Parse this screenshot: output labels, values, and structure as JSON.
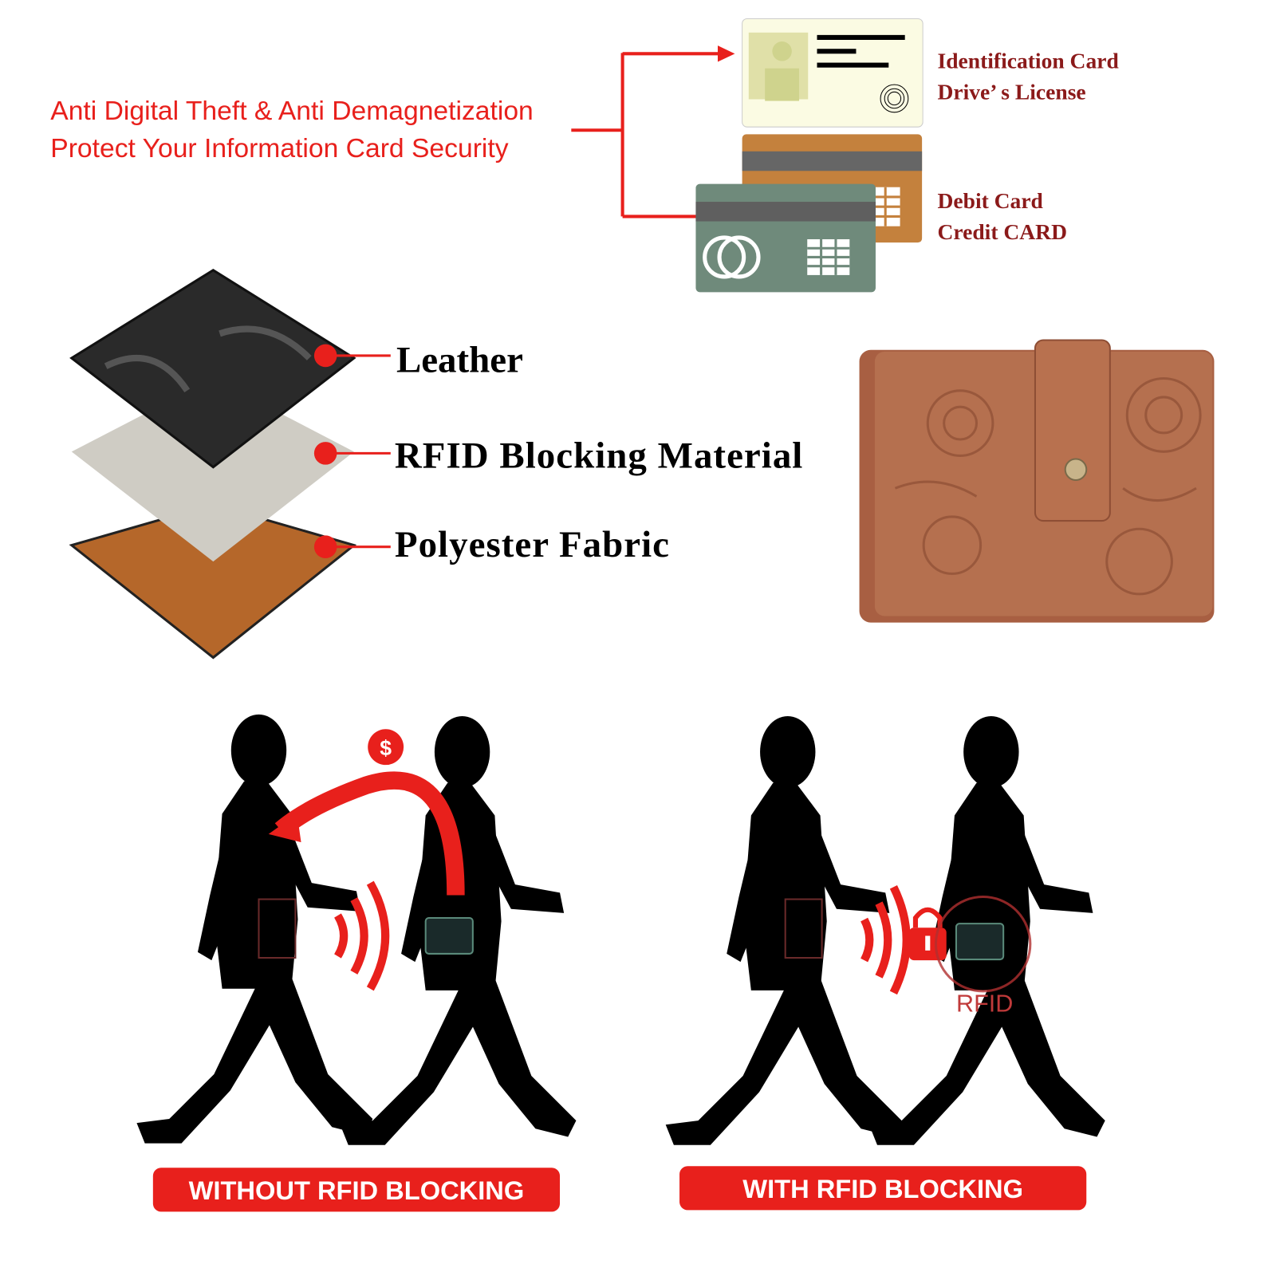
{
  "headline": {
    "line1": "Anti Digital Theft & Anti Demagnetization",
    "line2": "Protect Your Information Card Security"
  },
  "cards": {
    "id_line1": "Identification Card",
    "id_line2": "Drive’ s License",
    "bank_line1": "Debit Card",
    "bank_line2": "Credit CARD"
  },
  "layers": [
    {
      "label": "Leather"
    },
    {
      "label": "RFID Blocking Material"
    },
    {
      "label": "Polyester Fabric"
    }
  ],
  "scenes": {
    "without_label": "WITHOUT RFID BLOCKING",
    "with_label": "WITH RFID BLOCKING",
    "rfid_text": "RFID",
    "money_symbol": "$"
  },
  "colors": {
    "accent_red": "#e8201c",
    "dark_red": "#8b1a1a",
    "wallet_brown": "#b5704f"
  }
}
